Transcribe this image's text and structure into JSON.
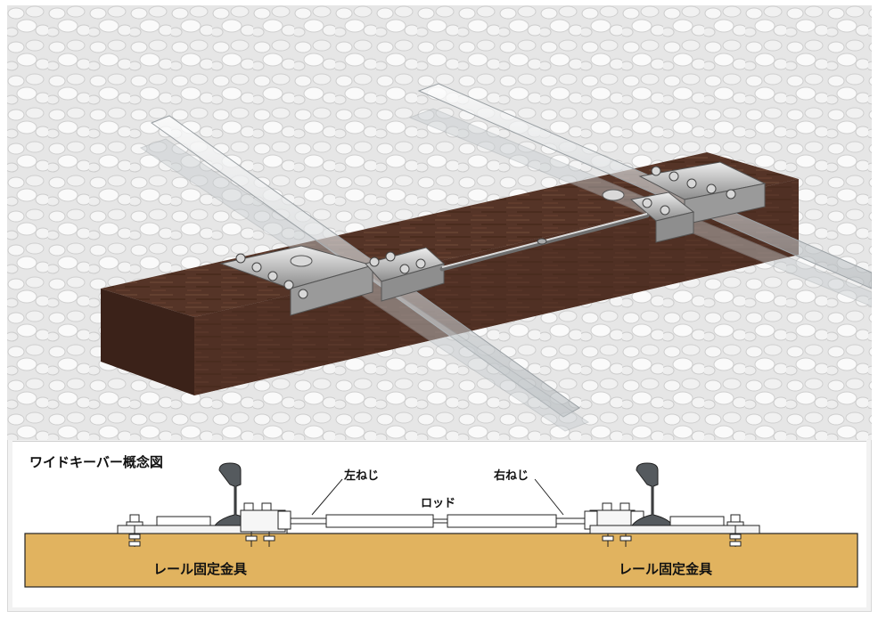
{
  "schematic": {
    "title": "ワイドキーバー概念図",
    "labels": {
      "left_thread": "左ねじ",
      "right_thread": "右ねじ",
      "rod": "ロッド",
      "rail_fixture_left": "レール固定金具",
      "rail_fixture_right": "レール固定金具"
    }
  },
  "colors": {
    "ballast": "#e3e3e3",
    "sleeper": "#4a2b1f",
    "sleeper_side": "#3a2118",
    "rail": "#cfd3d6",
    "ground": "#e1b35f",
    "metal": "#b9b9b9"
  }
}
